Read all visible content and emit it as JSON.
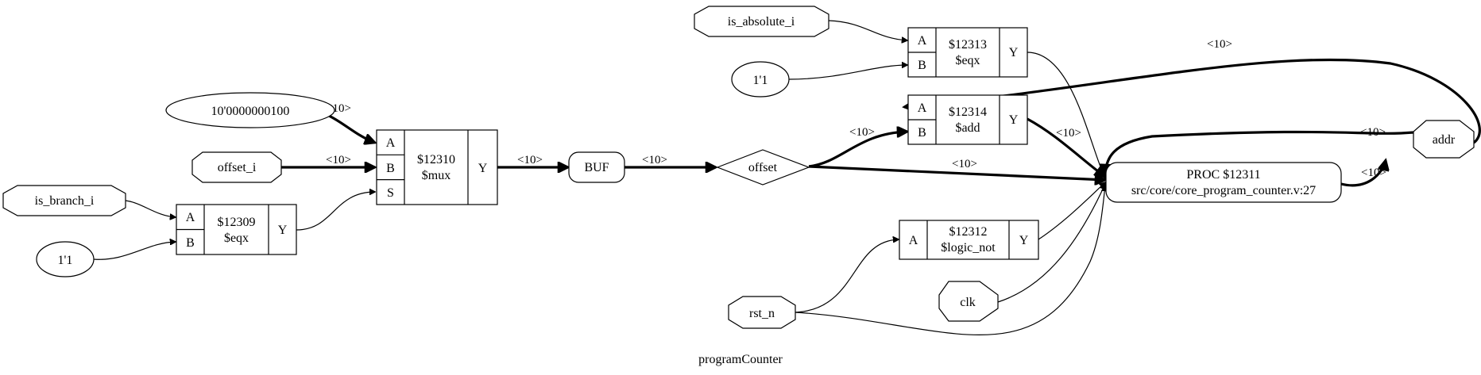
{
  "diagram": {
    "title": "programCounter",
    "nodes": {
      "const_10bit": "10'0000000100",
      "offset_i": "offset_i",
      "is_branch_i": "is_branch_i",
      "const_1a": "1'1",
      "is_absolute_i": "is_absolute_i",
      "const_1b": "1'1",
      "rst_n": "rst_n",
      "clk": "clk",
      "buf": "BUF",
      "offset": "offset",
      "addr": "addr",
      "proc_line1": "PROC $12311",
      "proc_line2": "src/core/core_program_counter.v:27"
    },
    "cells": {
      "c12309": {
        "id": "$12309",
        "op": "$eqx",
        "in_a": "A",
        "in_b": "B",
        "out": "Y"
      },
      "c12310": {
        "id": "$12310",
        "op": "$mux",
        "in_a": "A",
        "in_b": "B",
        "in_s": "S",
        "out": "Y"
      },
      "c12313": {
        "id": "$12313",
        "op": "$eqx",
        "in_a": "A",
        "in_b": "B",
        "out": "Y"
      },
      "c12314": {
        "id": "$12314",
        "op": "$add",
        "in_a": "A",
        "in_b": "B",
        "out": "Y"
      },
      "c12312": {
        "id": "$12312",
        "op": "$logic_not",
        "in_a": "A",
        "out": "Y"
      }
    },
    "bus_label": "<10>"
  }
}
